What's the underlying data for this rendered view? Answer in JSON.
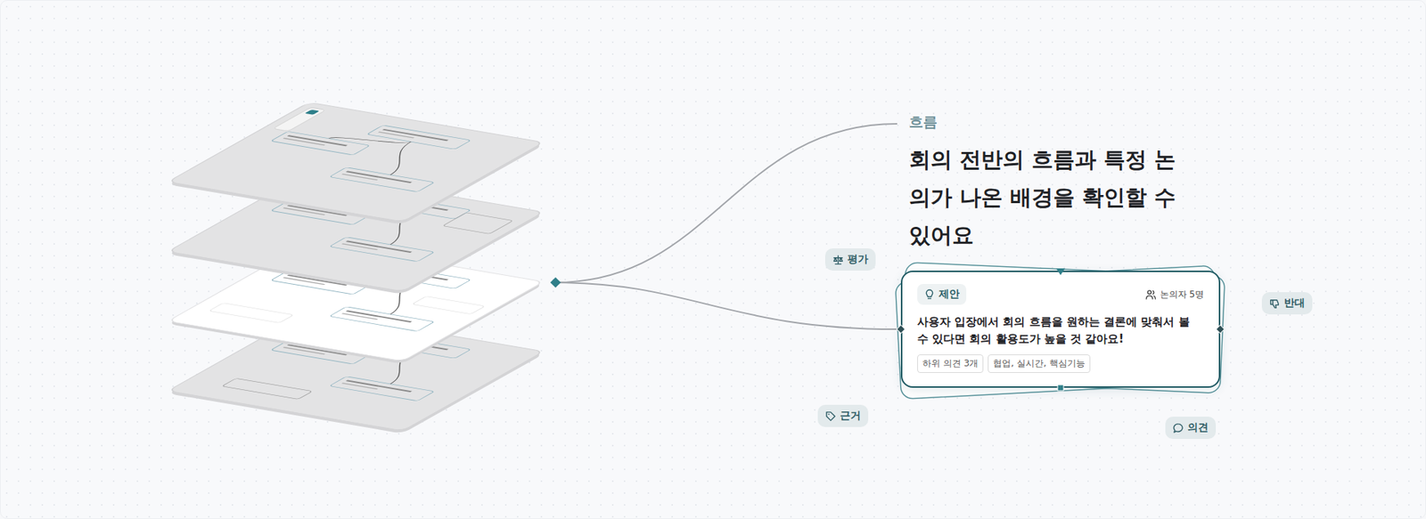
{
  "diagram": {
    "title": "회의 전반의 흐름과 특정 논의가 나온 배경을 확인할 수 있어요",
    "nodes": [
      {
        "text": [
          "평가"
        ]
      },
      {
        "text": [
          "논의자 5명",
          "사용자 입장에서 회의 흐름을 원하는 결론에 맞춰서 볼 수 있다면 회의 활용도가 높을 것 같아요!"
        ]
      },
      {
        "text": [
          "제안"
        ],
        "in": 1
      },
      {
        "text": [
          "하위 의견 3개"
        ],
        "in": 1
      },
      {
        "text": [
          "협업, 실시간, 핵심기능"
        ],
        "in": 1
      },
      {
        "text": [
          "반대"
        ]
      },
      {
        "text": [
          "근거"
        ]
      },
      {
        "text": [
          "의견"
        ]
      }
    ],
    "labels": [
      "흐름"
    ]
  }
}
